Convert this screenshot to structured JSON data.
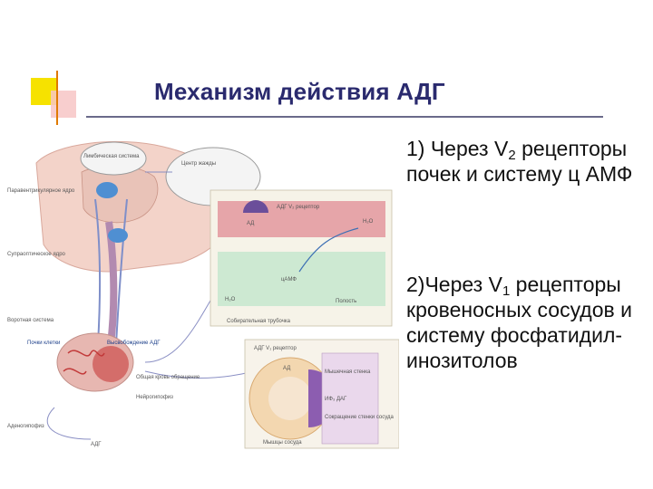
{
  "title": "Механизм действия АДГ",
  "bullets": {
    "b1_prefix": "1) Через V",
    "b1_sub": "2",
    "b1_rest": "рецепторы почек и систему ц АМФ",
    "b2_prefix": "2)Через V",
    "b2_sub": "1",
    "b2_rest": "рецепторы кровеносных сосудов и систему фосфатидил-инозитолов"
  },
  "diagram": {
    "labels": {
      "limbic": "Лимбическая система",
      "thirst": "Центр жажды",
      "paraventricular": "Паравентрикулярное ядро",
      "supraoptic": "Супраоптическое ядро",
      "portal": "Воротная система",
      "kidney_cells": "Почки клетки",
      "adh_release": "Высвобождение АДГ",
      "circulation": "Общая кровь обращение",
      "neurohypophysis": "Нейрогипофиз",
      "adenohypophysis": "Аденогипофиз",
      "adh_bottom": "АДГ",
      "adh_receptor_v2": "АДГ V₂ рецептор",
      "ad_short": "АД",
      "water": "H₂O",
      "camp": "цАМФ",
      "collecting_duct": "Собирательная трубочка",
      "cavity": "Полость",
      "adh_receptor_v1": "АДГ V₁ рецептор",
      "vessel_wall": "Мышечная стенка",
      "ip3_dag": "ИФ₃ ДАГ",
      "vessel_contraction": "Сокращение стенки сосуда",
      "smooth_muscle": "Мышцы сосуда"
    }
  }
}
